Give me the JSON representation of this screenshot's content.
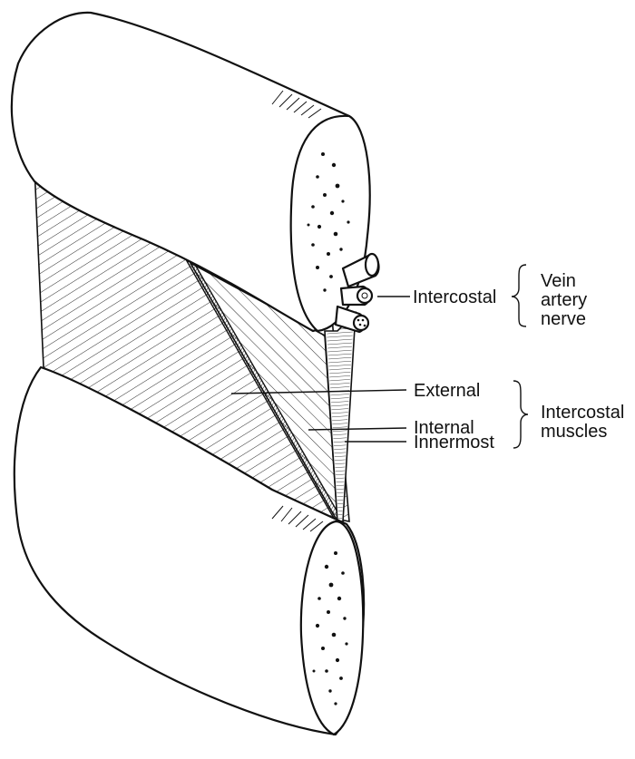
{
  "labels": {
    "intercostal_vessels": "Intercostal",
    "vein": "Vein",
    "artery": "artery",
    "nerve": "nerve",
    "external": "External",
    "internal": "Internal",
    "innermost": "Innermost",
    "muscles_group_line1": "Intercostal",
    "muscles_group_line2": "muscles"
  },
  "colors": {
    "ink": "#111111",
    "background": "#ffffff"
  }
}
